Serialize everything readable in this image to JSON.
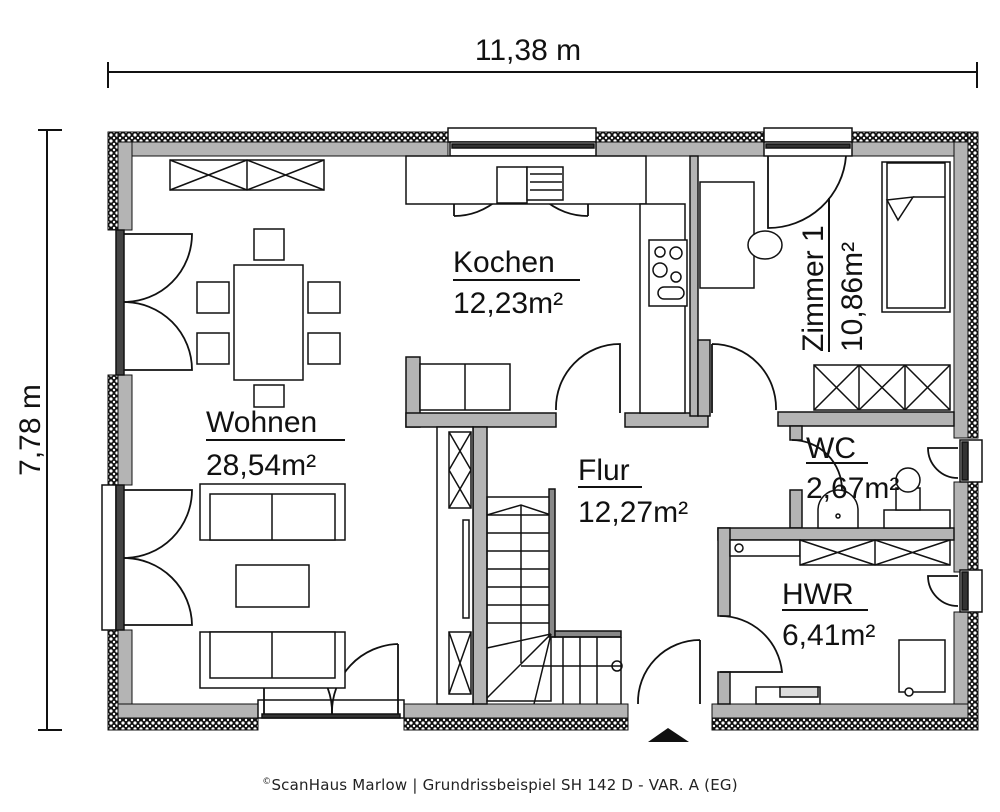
{
  "dimensions": {
    "width_label": "11,38 m",
    "height_label": "7,78 m"
  },
  "rooms": [
    {
      "id": "wohnen",
      "name": "Wohnen",
      "area": "28,54m²"
    },
    {
      "id": "kochen",
      "name": "Kochen",
      "area": "12,23m²"
    },
    {
      "id": "zimmer1",
      "name": "Zimmer 1",
      "area": "10,86m²"
    },
    {
      "id": "flur",
      "name": "Flur",
      "area": "12,27m²"
    },
    {
      "id": "wc",
      "name": "WC",
      "area": "2,67m²"
    },
    {
      "id": "hwr",
      "name": "HWR",
      "area": "6,41m²"
    }
  ],
  "caption": {
    "copyright": "©",
    "text": "ScanHaus Marlow | Grundrissbeispiel SH 142 D - VAR. A (EG)"
  },
  "colors": {
    "wall_fill": "#b4b4b4",
    "line": "#111111",
    "background": "#ffffff"
  },
  "entrance_marker": "entrance-arrow"
}
